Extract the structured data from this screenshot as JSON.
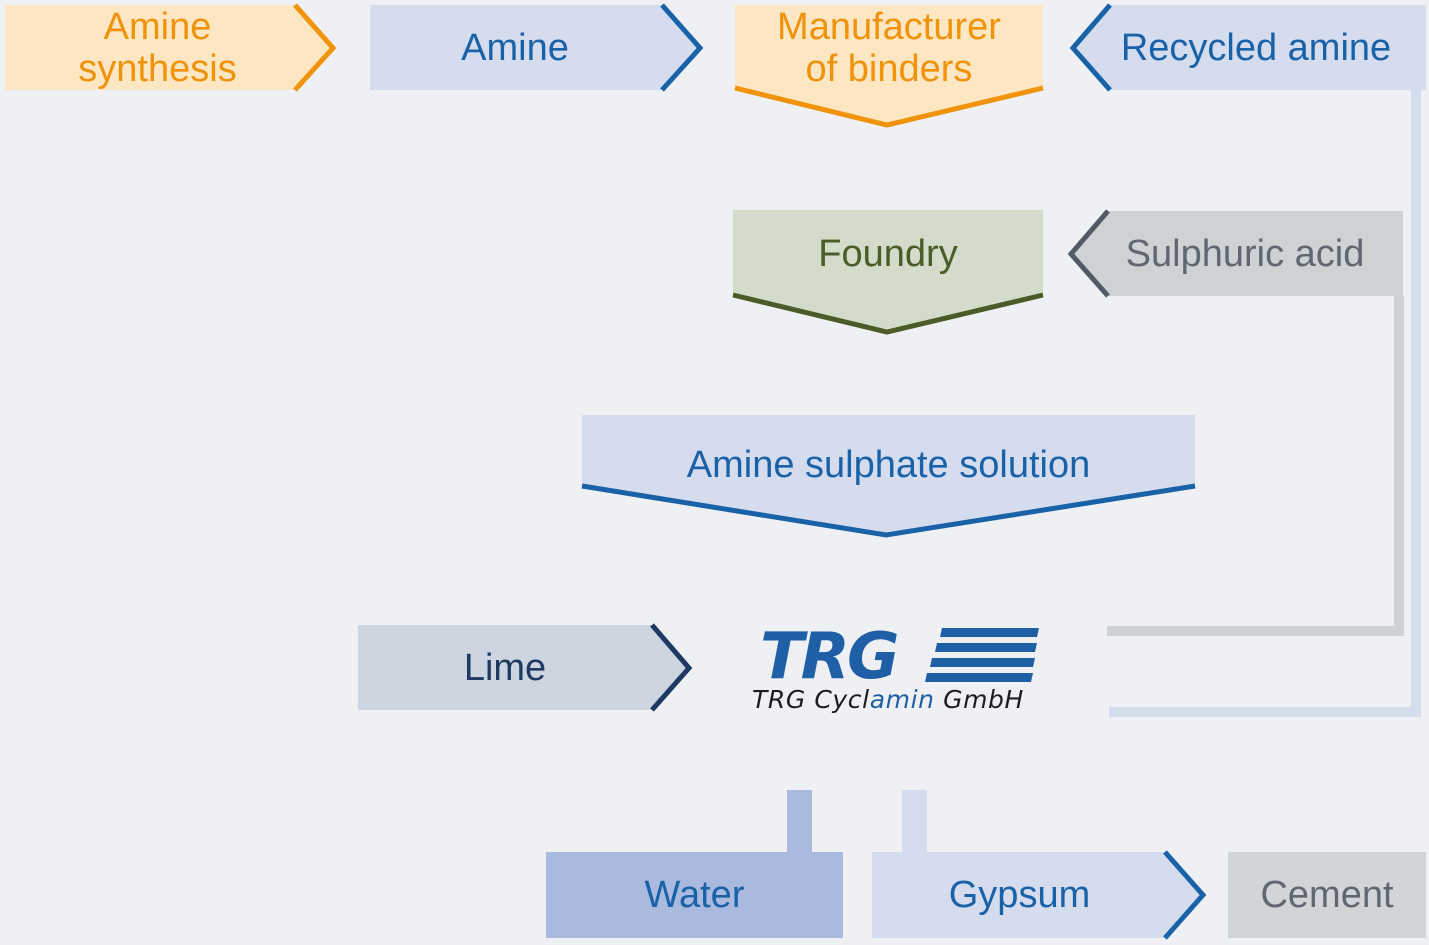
{
  "diagram": {
    "nodes": {
      "amine_synthesis": "Amine\nsynthesis",
      "amine": "Amine",
      "manufacturer": "Manufacturer\nof binders",
      "recycled_amine": "Recycled amine",
      "foundry": "Foundry",
      "sulphuric_acid": "Sulphuric acid",
      "amine_sulphate": "Amine sulphate solution",
      "lime": "Lime",
      "water": "Water",
      "gypsum": "Gypsum",
      "cement": "Cement"
    },
    "logo": {
      "mark": "TRG",
      "company_prefix": "TRG Cycl",
      "company_accent": "amin",
      "company_suffix": " GmbH"
    },
    "colors": {
      "background": "#eef0f3",
      "orange_fill": "#fde6c2",
      "orange_stroke": "#f0920a",
      "blue_fill": "#d5dcee",
      "blue_stroke": "#1a62a8",
      "green_fill": "#d3dcca",
      "green_stroke": "#4b5c28",
      "grey_fill": "#cfd2d5",
      "grey_stroke": "#525a65",
      "lime_fill": "#ccd5e0",
      "navy_stroke": "#1e3a62",
      "water_fill": "#aab9de",
      "cement_fill": "#d2d5d8",
      "logo_blue": "#1f5fa6"
    }
  }
}
